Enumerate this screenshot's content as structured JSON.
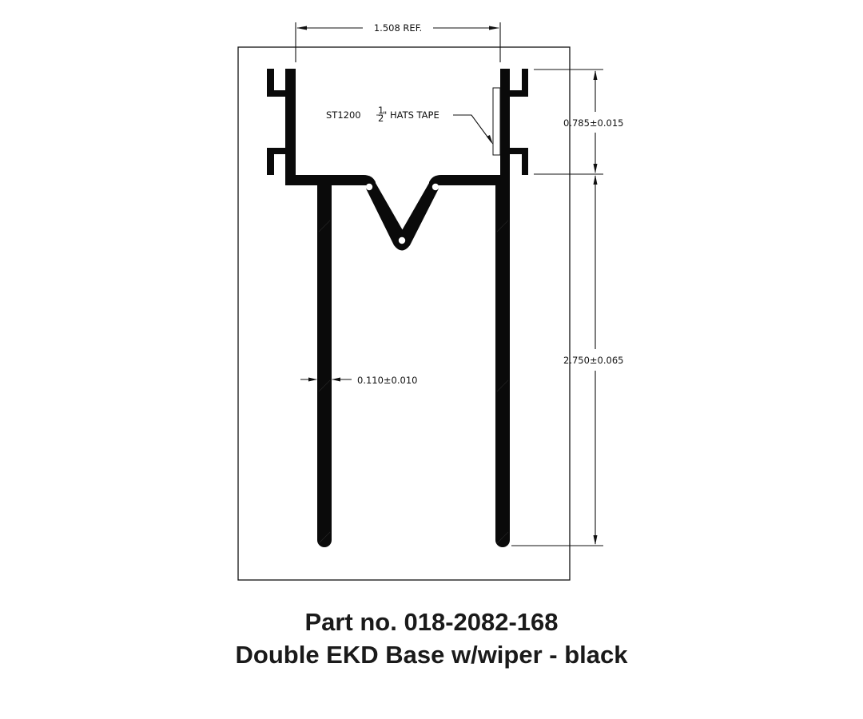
{
  "drawing": {
    "dimensions": {
      "overall_width": "1.508 REF.",
      "flange_height": "0.785±0.015",
      "leg_length": "2.750±0.065",
      "wall_thickness": "0.110±0.010"
    },
    "callouts": {
      "tape_part": "ST1200",
      "tape_fraction_num": "1",
      "tape_fraction_den": "2",
      "tape_label": "\" HATS TAPE"
    },
    "colors": {
      "profile": "#0a0a0a",
      "line": "#111111",
      "background": "#ffffff"
    }
  },
  "caption": {
    "part_number": "Part no. 018-2082-168",
    "description": "Double EKD Base w/wiper - black"
  }
}
